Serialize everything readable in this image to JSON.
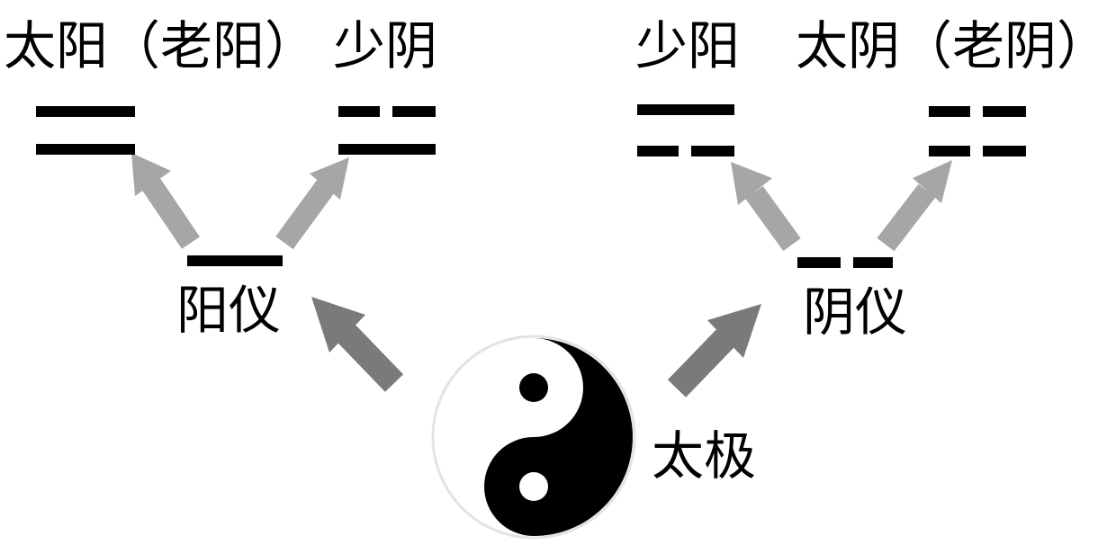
{
  "labels": {
    "taiyang": "太阳（老阳）",
    "shaoyin": "少阴",
    "shaoyang": "少阳",
    "taiyin": "太阴（老阴）",
    "yangyi": "阳仪",
    "yinyi": "阴仪",
    "taiji": "太极"
  },
  "colors": {
    "ink": "#000000",
    "arrow_light": "#a6a6a6",
    "arrow_dark": "#7a7a7a",
    "background": "#ffffff"
  },
  "icons": [
    "taiji-symbol-icon",
    "arrow-icon"
  ]
}
